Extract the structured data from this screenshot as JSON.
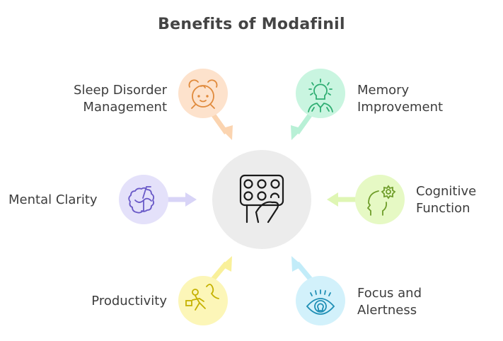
{
  "title": "Benefits of Modafinil",
  "center": {
    "icon": "pill-blister-pack-hand-icon",
    "color": "#ececec"
  },
  "benefits": [
    {
      "label_line1": "Sleep Disorder",
      "label_line2": "Management",
      "icon": "alarm-clock-face-icon",
      "fill": "#fde2cc",
      "stroke": "#e08a3c",
      "arrow": "#fbd4b0"
    },
    {
      "label_line1": "Memory",
      "label_line2": "Improvement",
      "icon": "lightbulb-person-icon",
      "fill": "#c9f5e0",
      "stroke": "#2fae72",
      "arrow": "#b8f0d6"
    },
    {
      "label_line1": "Mental Clarity",
      "label_line2": "",
      "icon": "brain-icon",
      "fill": "#e4e1fa",
      "stroke": "#6a5ac8",
      "arrow": "#d8d4f7"
    },
    {
      "label_line1": "Cognitive",
      "label_line2": "Function",
      "icon": "head-gear-icon",
      "fill": "#e6f9c4",
      "stroke": "#6f9d2a",
      "arrow": "#dff6b4"
    },
    {
      "label_line1": "Productivity",
      "label_line2": "",
      "icon": "running-person-icon",
      "fill": "#fcf6b8",
      "stroke": "#c5b100",
      "arrow": "#f9f09a"
    },
    {
      "label_line1": "Focus and",
      "label_line2": "Alertness",
      "icon": "eye-lightbulb-icon",
      "fill": "#d2f1fb",
      "stroke": "#1f8fb5",
      "arrow": "#c2ecf9"
    }
  ]
}
